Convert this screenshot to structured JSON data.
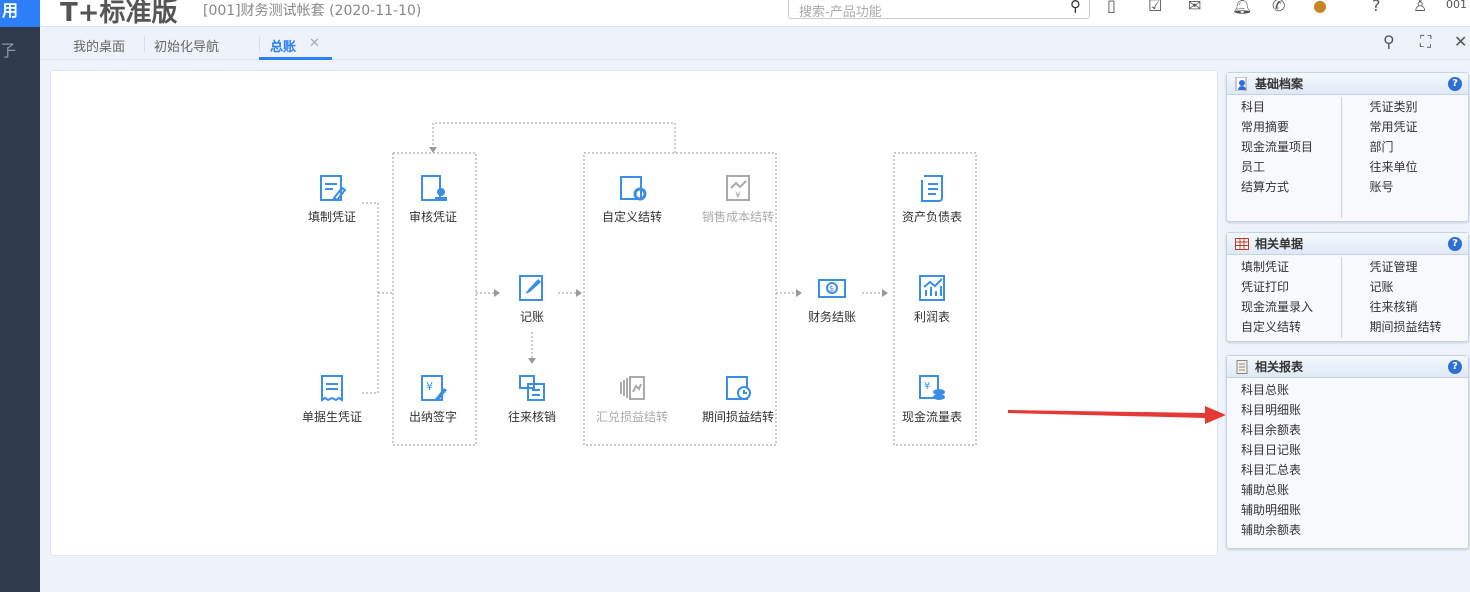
{
  "header": {
    "logo": "用",
    "product": "T+标准版",
    "account": "[001]财务测试帐套  (2020-11-10)",
    "search_placeholder": "搜索-产品功能",
    "user": "001"
  },
  "sidebar": {
    "item": "孒"
  },
  "tabs": [
    {
      "label": "我的桌面"
    },
    {
      "label": "初始化导航"
    },
    {
      "label": "总账",
      "active": true
    }
  ],
  "flow": {
    "fill_voucher": "填制凭证",
    "bill_voucher": "单据生凭证",
    "audit_voucher": "审核凭证",
    "cashier_sign": "出纳签字",
    "post": "记账",
    "write_off": "往来核销",
    "custom_transfer": "自定义结转",
    "sales_cost_transfer": "销售成本结转",
    "exchange_transfer": "汇兑损益结转",
    "period_transfer": "期间损益结转",
    "close": "财务结账",
    "balance_sheet": "资产负债表",
    "income_statement": "利润表",
    "cash_flow": "现金流量表"
  },
  "cards": {
    "basic": {
      "title": "基础档案",
      "left": [
        "科目",
        "常用摘要",
        "现金流量项目",
        "员工",
        "结算方式"
      ],
      "right": [
        "凭证类别",
        "常用凭证",
        "部门",
        "往来单位",
        "账号"
      ]
    },
    "docs": {
      "title": "相关单据",
      "left": [
        "填制凭证",
        "凭证打印",
        "现金流量录入",
        "自定义结转"
      ],
      "right": [
        "凭证管理",
        "记账",
        "往来核销",
        "期间损益结转"
      ]
    },
    "reports": {
      "title": "相关报表",
      "items": [
        "科目总账",
        "科目明细账",
        "科目余额表",
        "科目日记账",
        "科目汇总表",
        "辅助总账",
        "辅助明细账",
        "辅助余额表"
      ]
    }
  },
  "colors": {
    "accent": "#2d7ff9",
    "icon": "#3a8ee6",
    "annotation": "#e53935"
  }
}
